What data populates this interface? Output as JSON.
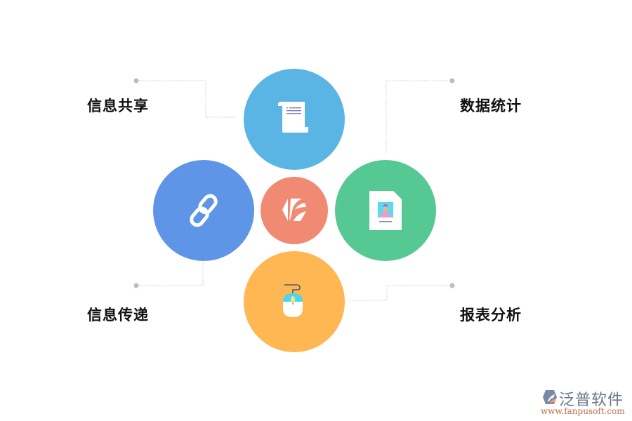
{
  "diagram": {
    "center": {
      "name": "hub",
      "icon": "hexagon-logo-icon",
      "color": "#f08a72"
    },
    "nodes": [
      {
        "id": "top",
        "label": "信息共享",
        "icon": "scroll-document-icon",
        "color": "#5ab5e5"
      },
      {
        "id": "right",
        "label": "数据统计",
        "icon": "profile-document-icon",
        "color": "#55c893"
      },
      {
        "id": "left",
        "label": "信息传递",
        "icon": "chain-link-icon",
        "color": "#5e95e6"
      },
      {
        "id": "bottom",
        "label": "报表分析",
        "icon": "computer-mouse-icon",
        "color": "#feb752"
      }
    ],
    "connector_color": "#c8c8c8"
  },
  "watermark": {
    "name": "泛普软件",
    "url": "www.fanpusoft.com",
    "icon": "fanpu-logo-icon"
  }
}
